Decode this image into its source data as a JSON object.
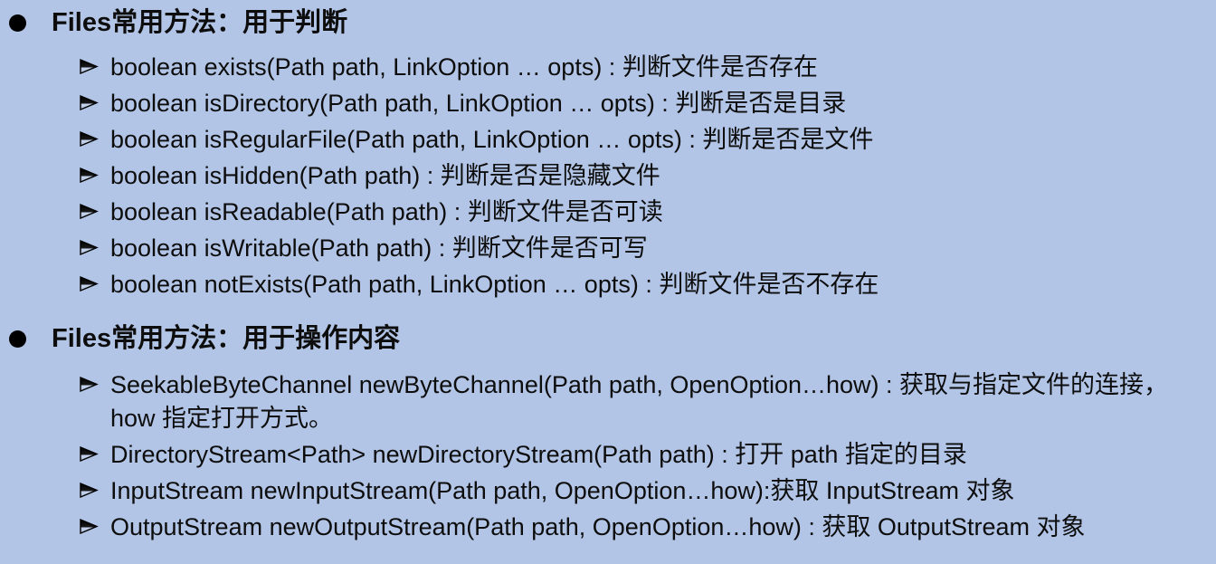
{
  "slide": {
    "background_color": "#B2C5E6",
    "text_color": "#0D0D0D",
    "section_bullet": "filled-circle",
    "item_bullet": "3d-arrowhead"
  },
  "sections": [
    {
      "title": "Files常用方法：用于判断",
      "items": [
        {
          "signature": "boolean exists(Path path, LinkOption … opts) : ",
          "description": "判断文件是否存在"
        },
        {
          "signature": "boolean isDirectory(Path path, LinkOption … opts) : ",
          "description": "判断是否是目录"
        },
        {
          "signature": "boolean isRegularFile(Path path, LinkOption … opts) : ",
          "description": "判断是否是文件"
        },
        {
          "signature": "boolean isHidden(Path path) : ",
          "description": "判断是否是隐藏文件"
        },
        {
          "signature": "boolean isReadable(Path path) : ",
          "description": "判断文件是否可读"
        },
        {
          "signature": "boolean isWritable(Path path) : ",
          "description": "判断文件是否可写"
        },
        {
          "signature": "boolean notExists(Path path, LinkOption … opts) : ",
          "description": "判断文件是否不存在"
        }
      ]
    },
    {
      "title": "Files常用方法：用于操作内容",
      "items": [
        {
          "signature": "SeekableByteChannel newByteChannel(Path path, OpenOption…how) : ",
          "description": "获取与指定文件的连接，how 指定打开方式。"
        },
        {
          "signature": "DirectoryStream<Path>  newDirectoryStream(Path path) : ",
          "description": "打开 path 指定的目录"
        },
        {
          "signature": "InputStream newInputStream(Path path, OpenOption…how):",
          "description": "获取 InputStream 对象"
        },
        {
          "signature": "OutputStream newOutputStream(Path path, OpenOption…how) : ",
          "description": "获取 OutputStream 对象"
        }
      ]
    }
  ]
}
